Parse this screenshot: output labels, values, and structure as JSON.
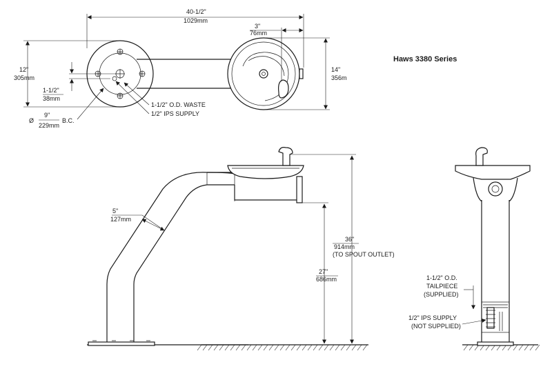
{
  "title": "Haws 3380 Series",
  "dimensions": {
    "overall_width_in": "40-1/2\"",
    "overall_width_mm": "1029mm",
    "spout_offset_in": "3\"",
    "spout_offset_mm": "76mm",
    "base_height_in": "12\"",
    "base_height_mm": "305mm",
    "bowl_height_in": "14\"",
    "bowl_height_mm": "356m",
    "waste_offset_in": "1-1/2\"",
    "waste_offset_mm": "38mm",
    "bolt_circle_prefix": "Ø",
    "bolt_circle_in": "9\"",
    "bolt_circle_mm": "229mm",
    "bolt_circle_suffix": "B.C.",
    "pedestal_width_in": "5\"",
    "pedestal_width_mm": "127mm",
    "spout_height_in": "36\"",
    "spout_height_mm": "914mm",
    "spout_height_note": "(TO SPOUT OUTLET)",
    "rim_height_in": "27\"",
    "rim_height_mm": "686mm"
  },
  "callouts": {
    "waste": "1-1/2\" O.D. WASTE",
    "supply": "1/2\" IPS SUPPLY",
    "tailpiece_line1": "1-1/2\" O.D.",
    "tailpiece_line2": "TAILPIECE",
    "tailpiece_line3": "(SUPPLIED)",
    "side_supply_line1": "1/2\" IPS SUPPLY",
    "side_supply_line2": "(NOT SUPPLIED)"
  }
}
